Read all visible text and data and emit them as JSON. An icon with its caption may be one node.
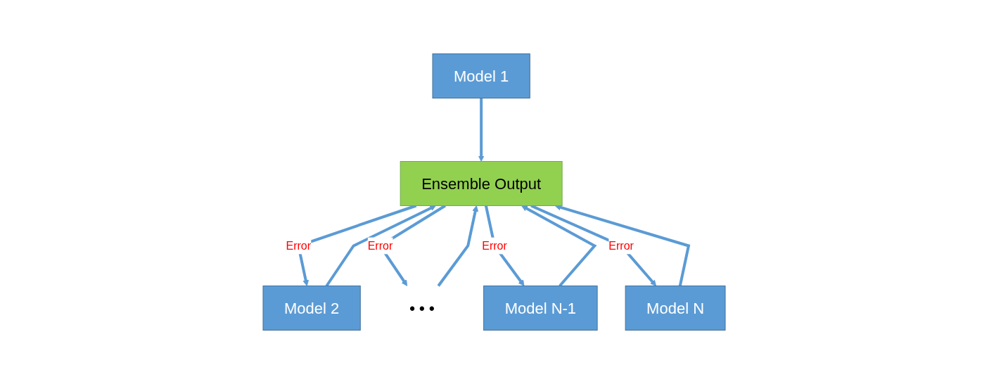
{
  "diagram": {
    "nodes": [
      {
        "text": [
          "Model 1"
        ]
      },
      {
        "text": [
          "Model 2"
        ]
      },
      {
        "text": [
          "• • •"
        ]
      },
      {
        "text": [
          "Model N-1"
        ]
      },
      {
        "text": [
          "Model N"
        ]
      },
      {
        "text": [
          "Ensemble Output"
        ]
      }
    ],
    "edges": [
      {
        "from": 0,
        "to": 5,
        "arrow": "to"
      },
      {
        "from": 5,
        "to": 1,
        "arrow": "to",
        "label": "Error"
      },
      {
        "from": 1,
        "to": 5,
        "arrow": "to"
      },
      {
        "from": 5,
        "to": 2,
        "arrow": "to",
        "label": "Error"
      },
      {
        "from": 2,
        "to": 5,
        "arrow": "to"
      },
      {
        "from": 5,
        "to": 3,
        "arrow": "to",
        "label": "Error"
      },
      {
        "from": 3,
        "to": 5,
        "arrow": "to"
      },
      {
        "from": 5,
        "to": 4,
        "arrow": "to",
        "label": "Error"
      },
      {
        "from": 4,
        "to": 5,
        "arrow": "to"
      }
    ]
  }
}
